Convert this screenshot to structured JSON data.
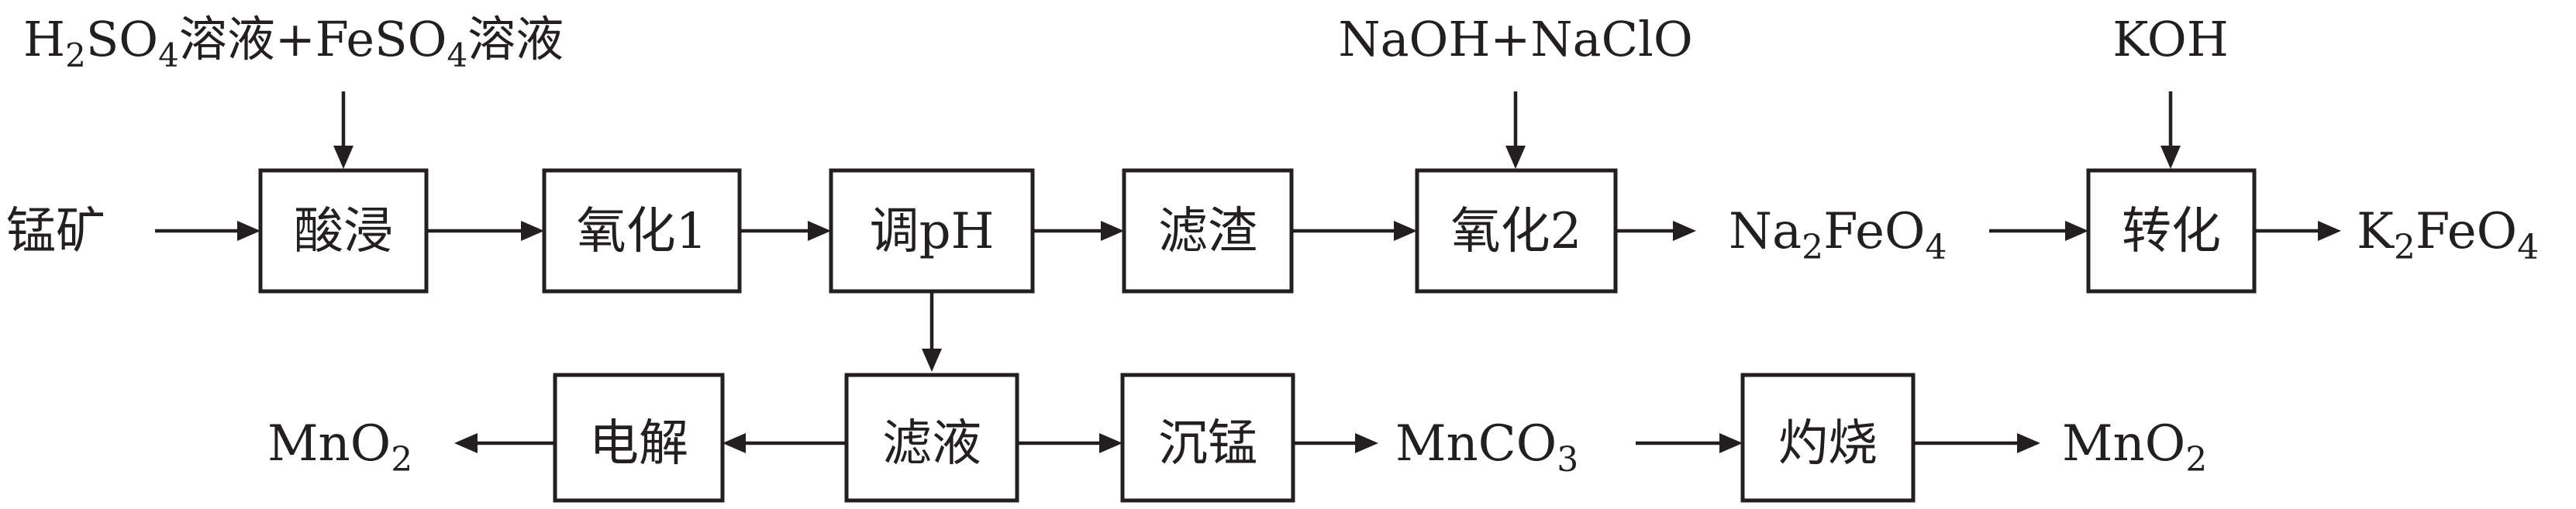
{
  "inputs": {
    "acid": {
      "p1": "H",
      "s1": "2",
      "p2": "SO",
      "s2": "4",
      "p3": "溶液+FeSO",
      "s3": "4",
      "p4": "溶液"
    },
    "oxidant": "NaOH+NaClO",
    "base": "KOH"
  },
  "raw_material": "锰矿",
  "steps": {
    "acid_leach": "酸浸",
    "oxidize1": "氧化1",
    "adjust_ph": "调pH",
    "residue": "滤渣",
    "oxidize2": "氧化2",
    "convert": "转化",
    "filtrate": "滤液",
    "electrolysis": "电解",
    "precipitate_mn": "沉锰",
    "calcine": "灼烧"
  },
  "products": {
    "na2feo4": {
      "p1": "Na",
      "s1": "2",
      "p2": "FeO",
      "s2": "4"
    },
    "k2feo4": {
      "p1": "K",
      "s1": "2",
      "p2": "FeO",
      "s2": "4"
    },
    "mno2_left": {
      "p1": "MnO",
      "s1": "2"
    },
    "mnco3": {
      "p1": "MnCO",
      "s1": "3"
    },
    "mno2_right": {
      "p1": "MnO",
      "s1": "2"
    }
  }
}
